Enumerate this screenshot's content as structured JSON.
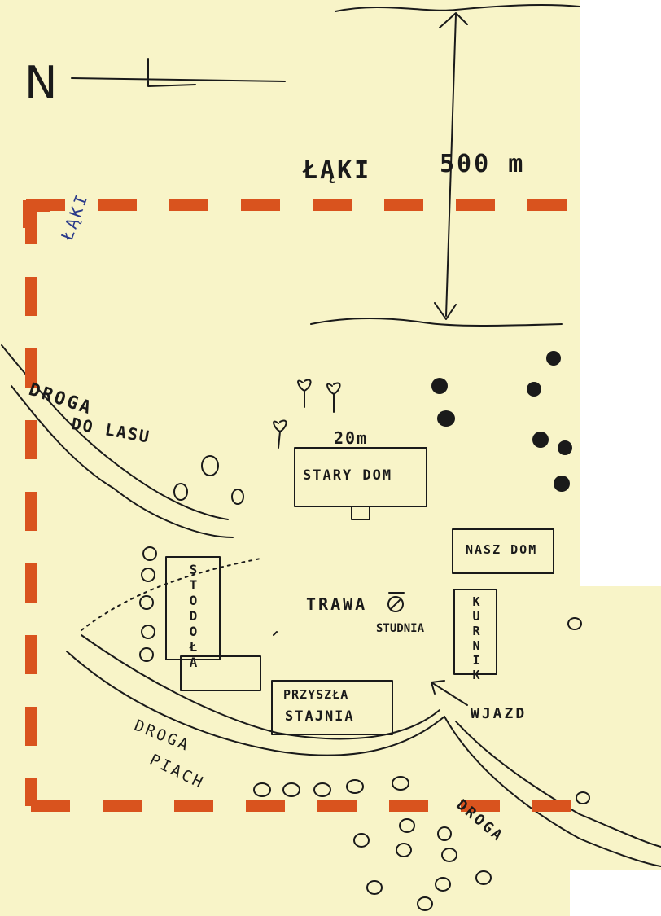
{
  "map": {
    "north_label": "N",
    "labels": {
      "meadow_top": "ŁĄKI",
      "meadow_left": "ŁĄKI",
      "distance_500": "500 m",
      "road_forest_1": "DROGA",
      "road_forest_2": "DO LASU",
      "distance_20": "20m",
      "old_house": "STARY DOM",
      "our_house": "NASZ DOM",
      "barn": "STODOŁA",
      "grass": "TRAWA",
      "well": "STUDNIA",
      "chicken_coop": "KURNIK",
      "future_stable_1": "PRZYSZŁA",
      "future_stable_2": "STAJNIA",
      "entrance": "WJAZD",
      "road_sand_1": "DROGA",
      "road_sand_2": "PIACH",
      "road_right": "DROGA"
    },
    "colors": {
      "paper": "#f8f4c8",
      "ink": "#1a1a1a",
      "boundary": "#d9531e"
    }
  }
}
